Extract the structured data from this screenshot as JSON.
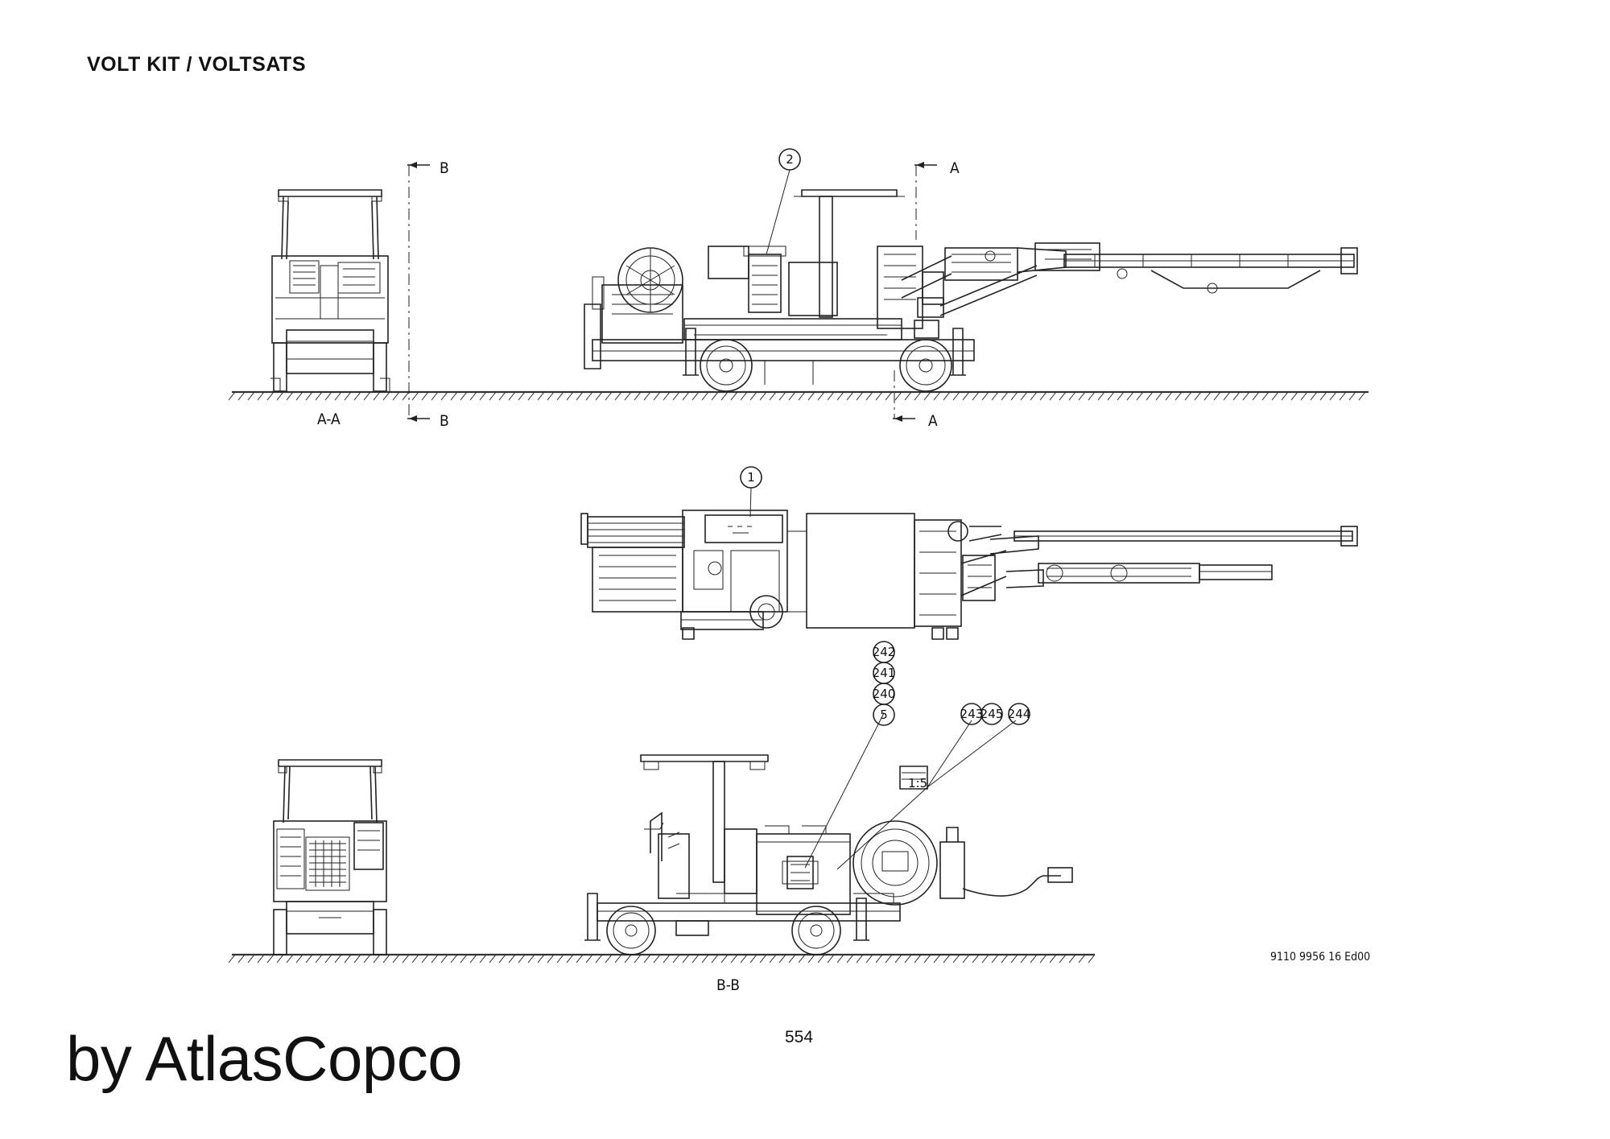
{
  "header": {
    "title": "VOLT KIT / VOLTSATS"
  },
  "section_labels": {
    "aa": "A-A",
    "bb": "B-B",
    "b": "B",
    "a": "A"
  },
  "balloons": {
    "item_2": "2",
    "item_1": "1",
    "item_242": "242",
    "item_241": "241",
    "item_240": "240",
    "item_5": "5",
    "item_243": "243",
    "item_245": "245",
    "item_244": "244"
  },
  "detail_scale": "1:5",
  "drawing_number": "9110 9956 16 Ed00",
  "page_number": "554",
  "brand_text": "by AtlasCopco"
}
